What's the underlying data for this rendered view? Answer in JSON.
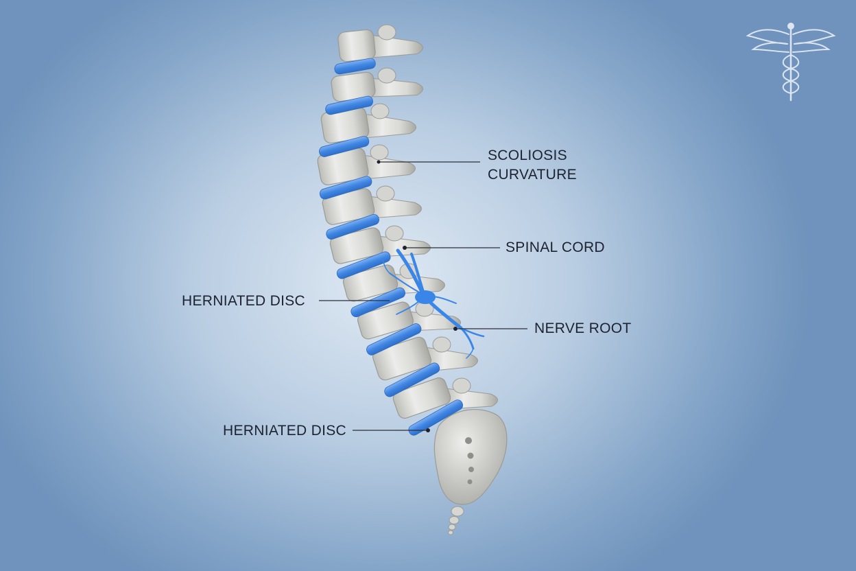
{
  "labels": {
    "scoliosis": {
      "line1": "SCOLIOSIS",
      "line2": "CURVATURE"
    },
    "spinal_cord": "SPINAL CORD",
    "herniated_disc_upper": "HERNIATED DISC",
    "nerve_root": "NERVE ROOT",
    "herniated_disc_lower": "HERNIATED DISC"
  },
  "logo": {
    "icon": "caduceus-icon"
  },
  "colors": {
    "bone": "#d9d9d6",
    "disc": "#4d8ee6",
    "nerve": "#3a86e8",
    "leader_line": "#2b2f3a",
    "label_text": "#1d2230"
  }
}
